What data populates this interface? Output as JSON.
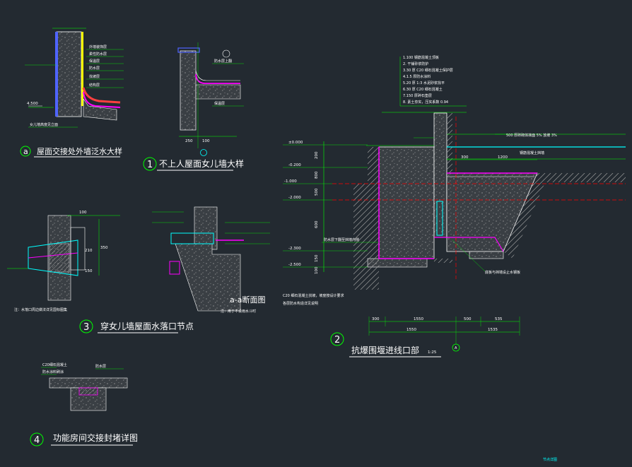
{
  "details": {
    "a": {
      "circle_label": "a",
      "title": "屋面交接处外墙泛水大样",
      "notes": [
        "外墙装饰层",
        "柔性防水层",
        "保温层",
        "防水层",
        "找坡层",
        "结构层"
      ],
      "elev": "4.500",
      "bottom_note": "女儿墙高度见立面"
    },
    "d1": {
      "circle_label": "1",
      "title": "不上人屋面女儿墙大样",
      "dims": [
        "250",
        "100"
      ],
      "notes": [
        "防水层上翻",
        "保温层"
      ]
    },
    "d3": {
      "circle_label": "3",
      "title": "穿女儿墙屋面水落口节点",
      "section_title": "a-a断面图",
      "note_left": "注：水落口周边做法详见国标图集",
      "note_right": "注：用于不设雨水斗时",
      "dims": [
        "100",
        "210",
        "350",
        "150"
      ]
    },
    "d4": {
      "circle_label": "4",
      "title": "功能房间交接封堵详图",
      "notes": [
        "C20细石混凝土",
        "防水涂料刷涂",
        "防水层"
      ]
    },
    "d2": {
      "circle_label": "2",
      "title": "抗爆围堰进线口部",
      "scale": "1:25",
      "axis_label": "A",
      "layers": [
        "1.100 钢筋混凝土顶板",
        "2. 干铺砂浆防护",
        "3.30 厚 C20 细石混凝土保护层",
        "4.1.5 厚防水涂料",
        "5.20 厚 1:3 水泥砂浆找平",
        "6.30 厚 C20 细石混凝土",
        "7.150 厚碎石垫层",
        "8. 素土夯实，压实系数 0.94"
      ],
      "elevations": [
        "±0.000",
        "-0.200",
        "-1.000",
        "-2.000",
        "-2.300",
        "-2.500"
      ],
      "side_dims": [
        "200",
        "800",
        "500",
        "600",
        "150",
        "100"
      ],
      "bottom_dims_row1": [
        "300",
        "1550",
        "500",
        "535"
      ],
      "bottom_dims_row2": [
        "1550",
        "1535"
      ],
      "top_dims": [
        "300",
        "1200"
      ],
      "callouts": [
        "500 厚砖砌体抹面 5% 放坡 3%",
        "钢筋混凝土挡墙",
        "防水层下翻至挡墙内侧",
        "底板与挡墙设止水钢板"
      ],
      "notes": [
        "C20 细石混凝土找坡，坡度按设计要求",
        "各层防水构造详见说明"
      ]
    },
    "stamp": "节点详图"
  },
  "colors": {
    "background": "#232a31",
    "line_green": "#00ff00",
    "line_cyan": "#00ffff",
    "line_magenta": "#ff00ff",
    "line_red": "#ff0000",
    "line_yellow": "#ffff00",
    "line_white": "#ffffff",
    "line_blue": "#4f64ff"
  }
}
